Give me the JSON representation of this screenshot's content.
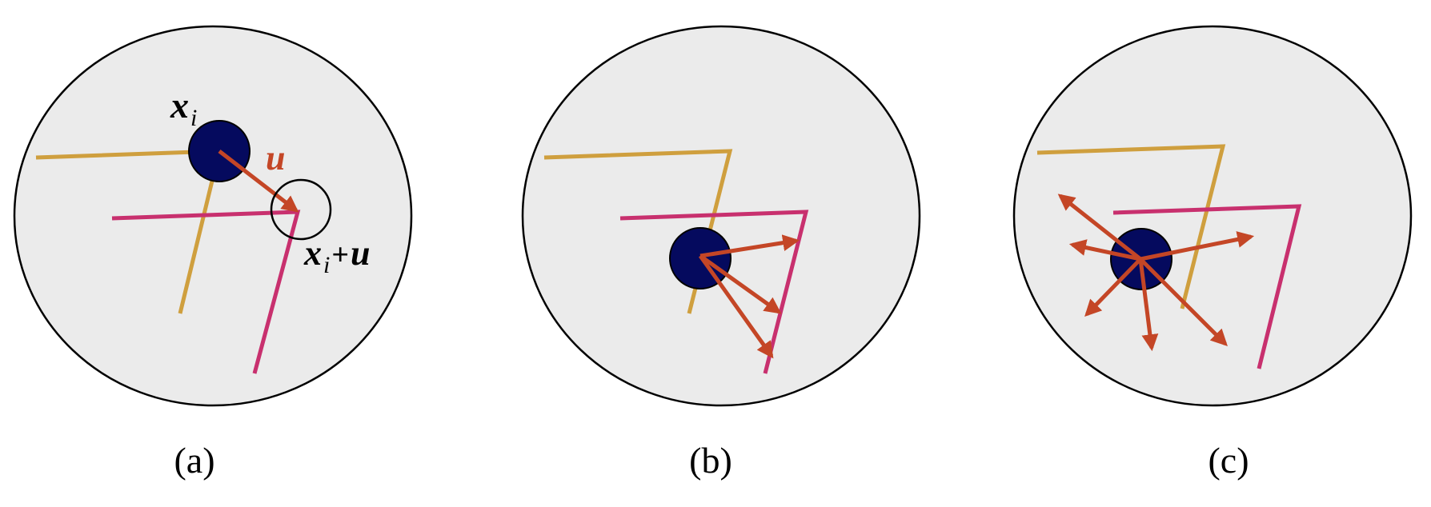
{
  "colors": {
    "gold": "#cf9f3e",
    "pink": "#c8306e",
    "arrow": "#c44626",
    "particle": "#050a5e",
    "disc": "#ebebeb"
  },
  "panels": [
    {
      "caption": "(a)",
      "particle_label": {
        "base": "x",
        "sub": "i"
      },
      "vector_label": "u",
      "target_label": {
        "base": "x",
        "sub": "i",
        "plus": "+",
        "vec": "u"
      }
    },
    {
      "caption": "(b)"
    },
    {
      "caption": "(c)"
    }
  ]
}
